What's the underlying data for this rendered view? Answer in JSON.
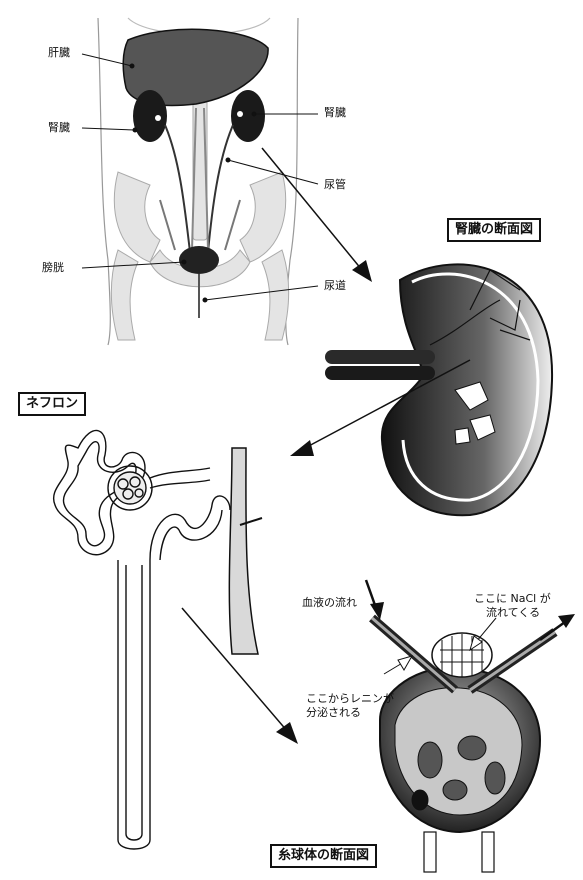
{
  "body_labels": {
    "liver": "肝臓",
    "kidney_left": "腎臓",
    "kidney_right": "腎臓",
    "ureter": "尿管",
    "bladder": "膀胱",
    "urethra": "尿道"
  },
  "titles": {
    "kidney_section": "腎臓の断面図",
    "nephron": "ネフロン",
    "glomerulus_section": "糸球体の断面図"
  },
  "glomerulus_labels": {
    "blood_flow": "血液の流れ",
    "nacl_line1": "ここに NaCl が",
    "nacl_line2": "流れてくる",
    "renin_line1": "ここからレニンが",
    "renin_line2": "分泌される"
  },
  "colors": {
    "line": "#111111",
    "bone": "#dcdcdc",
    "organ": "#1a1a1a"
  }
}
